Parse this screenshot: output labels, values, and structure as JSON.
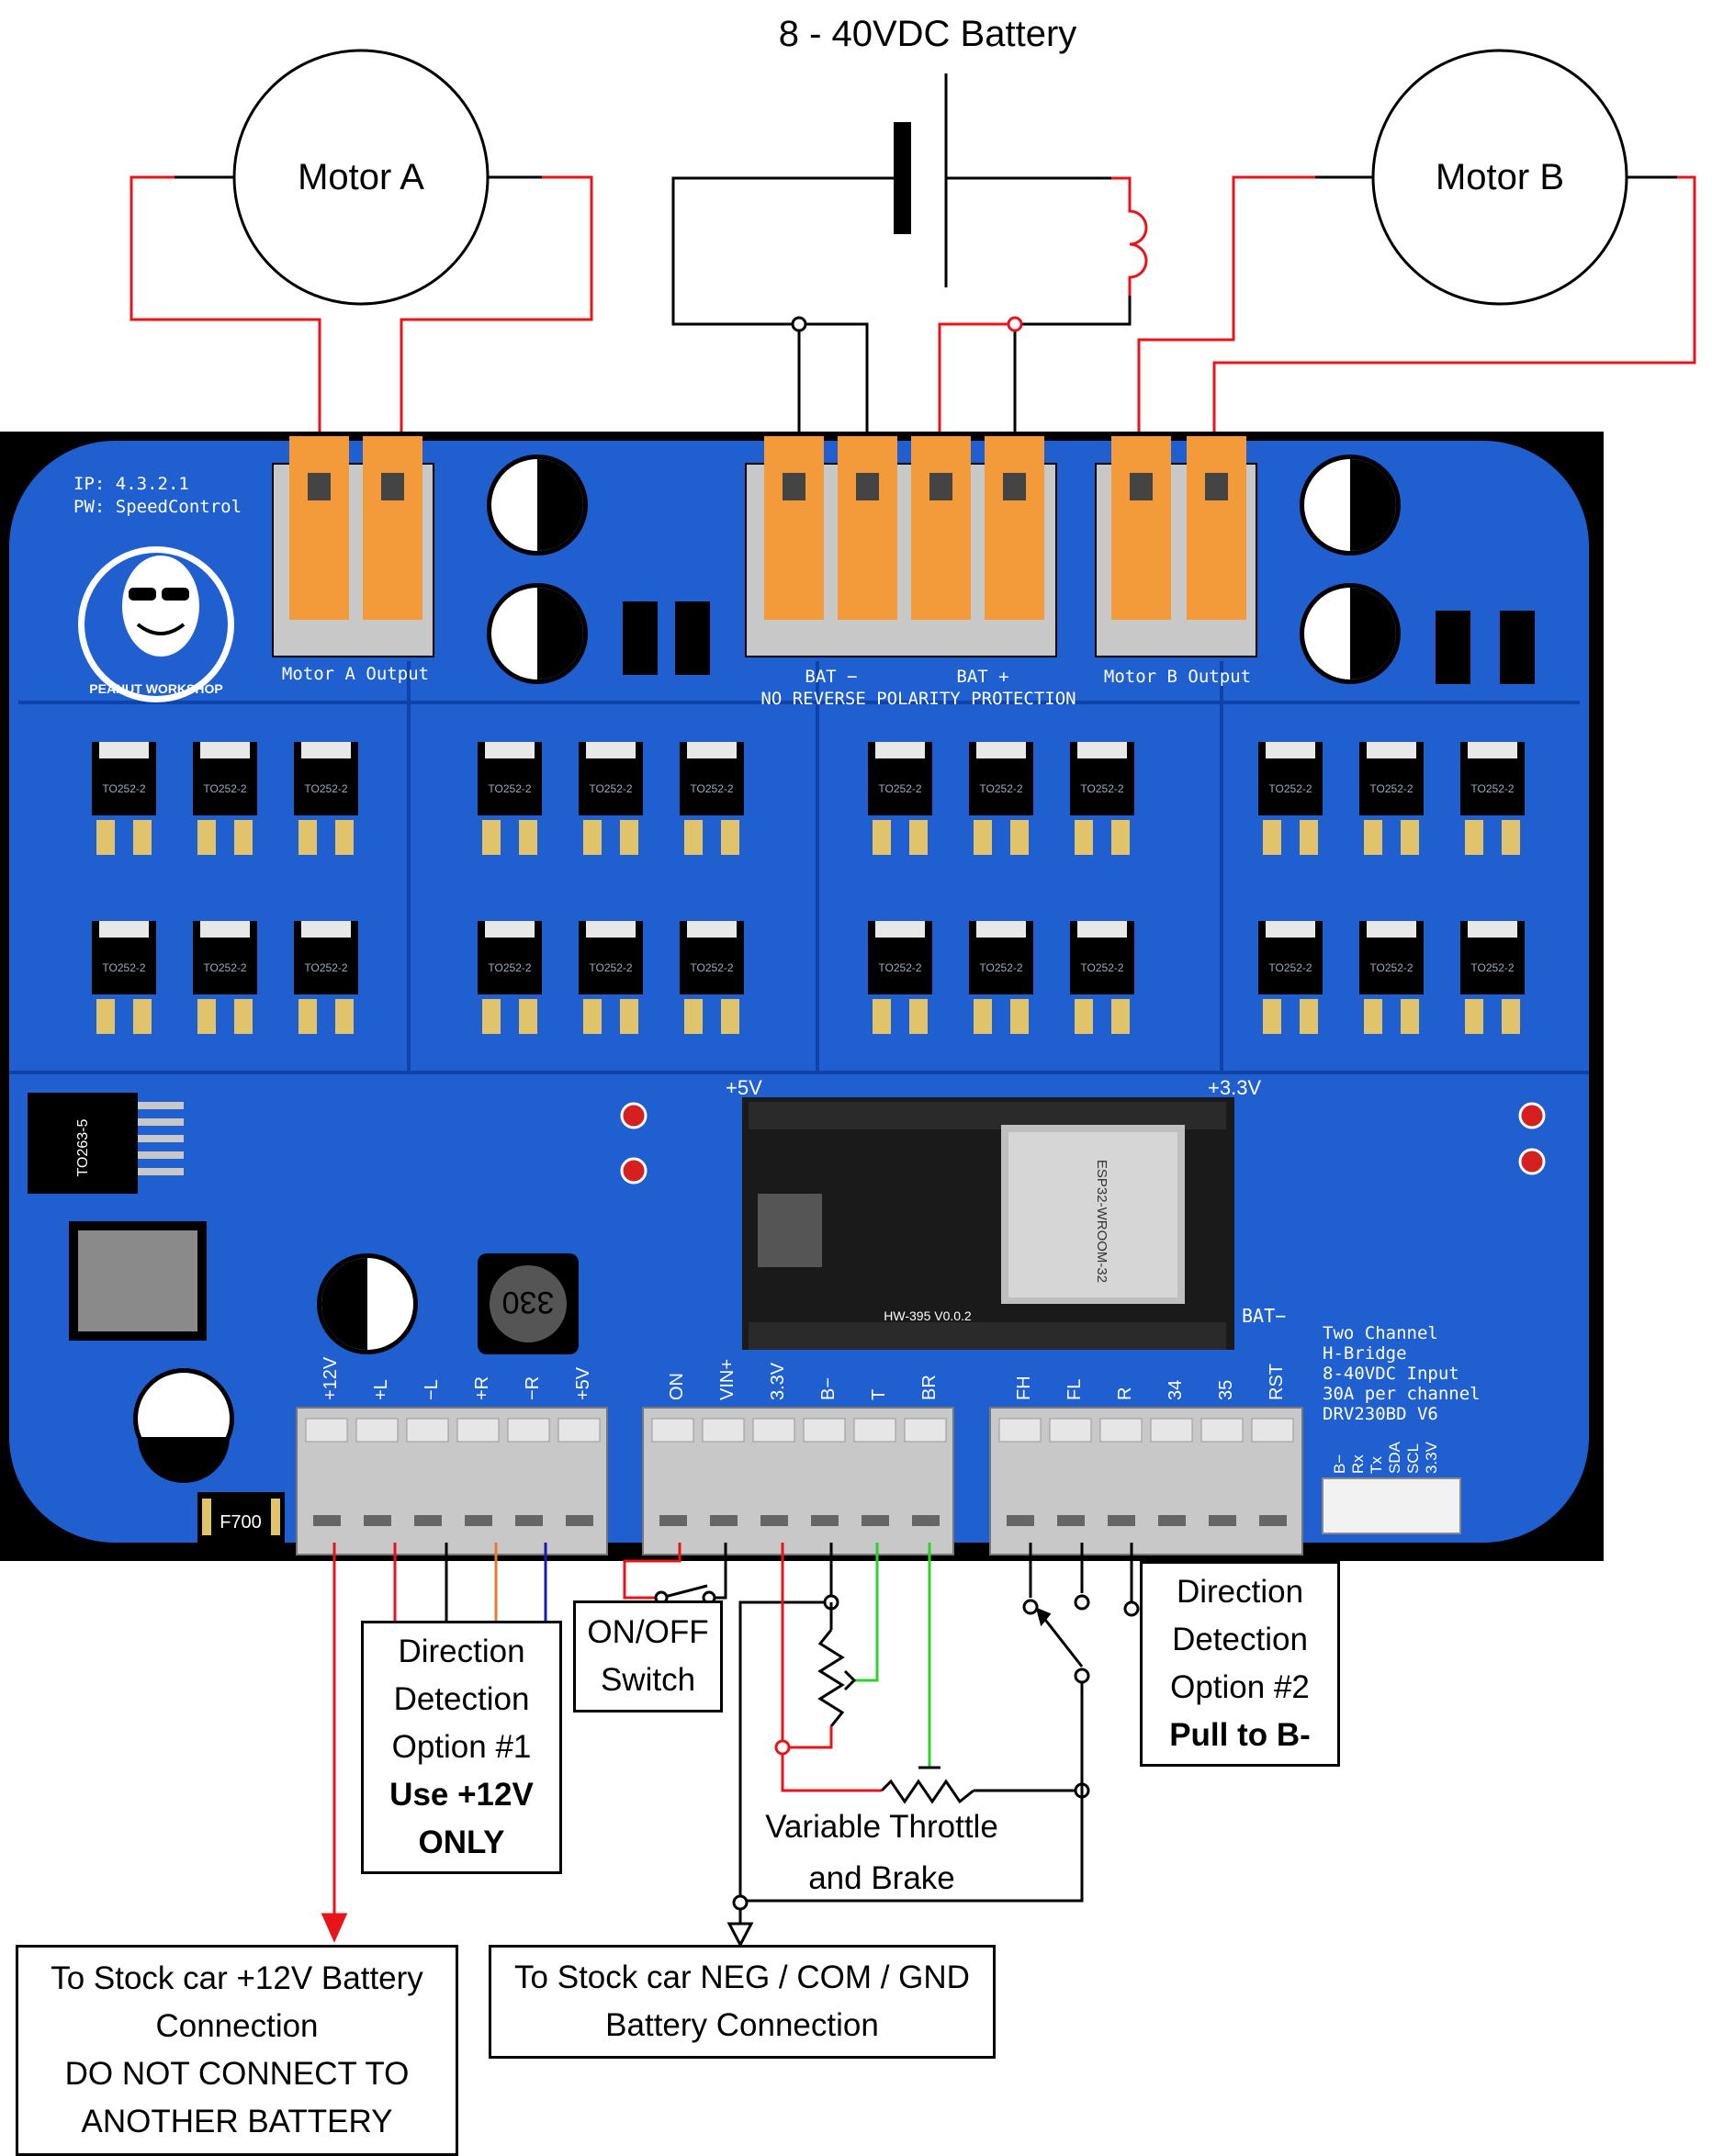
{
  "battery_label": "8 - 40VDC Battery",
  "motor_a": "Motor A",
  "motor_b": "Motor B",
  "board": {
    "ip": "IP: 4.3.2.1",
    "pw": "PW: SpeedControl",
    "logo_text": "PEANUT WORKSHOP",
    "motor_a_output": "Motor A Output",
    "motor_b_output": "Motor B Output",
    "bat_neg": "BAT −",
    "bat_pos": "BAT +",
    "no_reverse": "NO REVERSE POLARITY PROTECTION",
    "plus5v": "+5V",
    "plus33v": "+3.3V",
    "inductor_value": "330",
    "fuse_value": "F700",
    "ic_label": "TO263-5",
    "mosfet_pkg": "TO252-2",
    "esp_module": "ESP32-WROOM-32",
    "esp_board": "HW-395 V0.0.2",
    "bat_minus_label": "BAT−",
    "description": [
      "Two Channel",
      "H-Bridge",
      "8-40VDC Input",
      "30A per channel",
      "DRV230BD V6"
    ],
    "cn2_pins": [
      "+12V",
      "+L",
      "−L",
      "+R",
      "−R",
      "+5V"
    ],
    "cn6_pins": [
      "ON",
      "VIN+",
      "3.3V",
      "B−",
      "T",
      "BR"
    ],
    "cn1_pins": [
      "FH",
      "FL",
      "R",
      "34",
      "35",
      "RST"
    ],
    "header_pins": [
      "B−",
      "Rx",
      "Tx",
      "SDA",
      "SCL",
      "3.3V"
    ]
  },
  "boxes": {
    "direction1": [
      "Direction",
      "Detection",
      "Option #1"
    ],
    "direction1_bold": [
      "Use +12V",
      "ONLY"
    ],
    "onoff": [
      "ON/OFF",
      "Switch"
    ],
    "direction2": [
      "Direction",
      "Detection",
      "Option #2"
    ],
    "direction2_bold": [
      "Pull to B-"
    ],
    "stock12v": [
      "To Stock car +12V Battery",
      "Connection",
      "DO NOT CONNECT TO",
      "ANOTHER BATTERY"
    ],
    "stockgnd": [
      "To Stock car NEG / COM / GND",
      "Battery Connection"
    ]
  },
  "throttle_label": [
    "Variable Throttle",
    "and Brake"
  ],
  "colors": {
    "board": "#1f5fcf",
    "board_dark": "#0f43a8",
    "terminal_orange": "#f39a3a",
    "wire_red": "#e8141a",
    "wire_green": "#2ed12e",
    "wire_orange": "#e07a3a",
    "wire_blue": "#1a1ab0"
  }
}
